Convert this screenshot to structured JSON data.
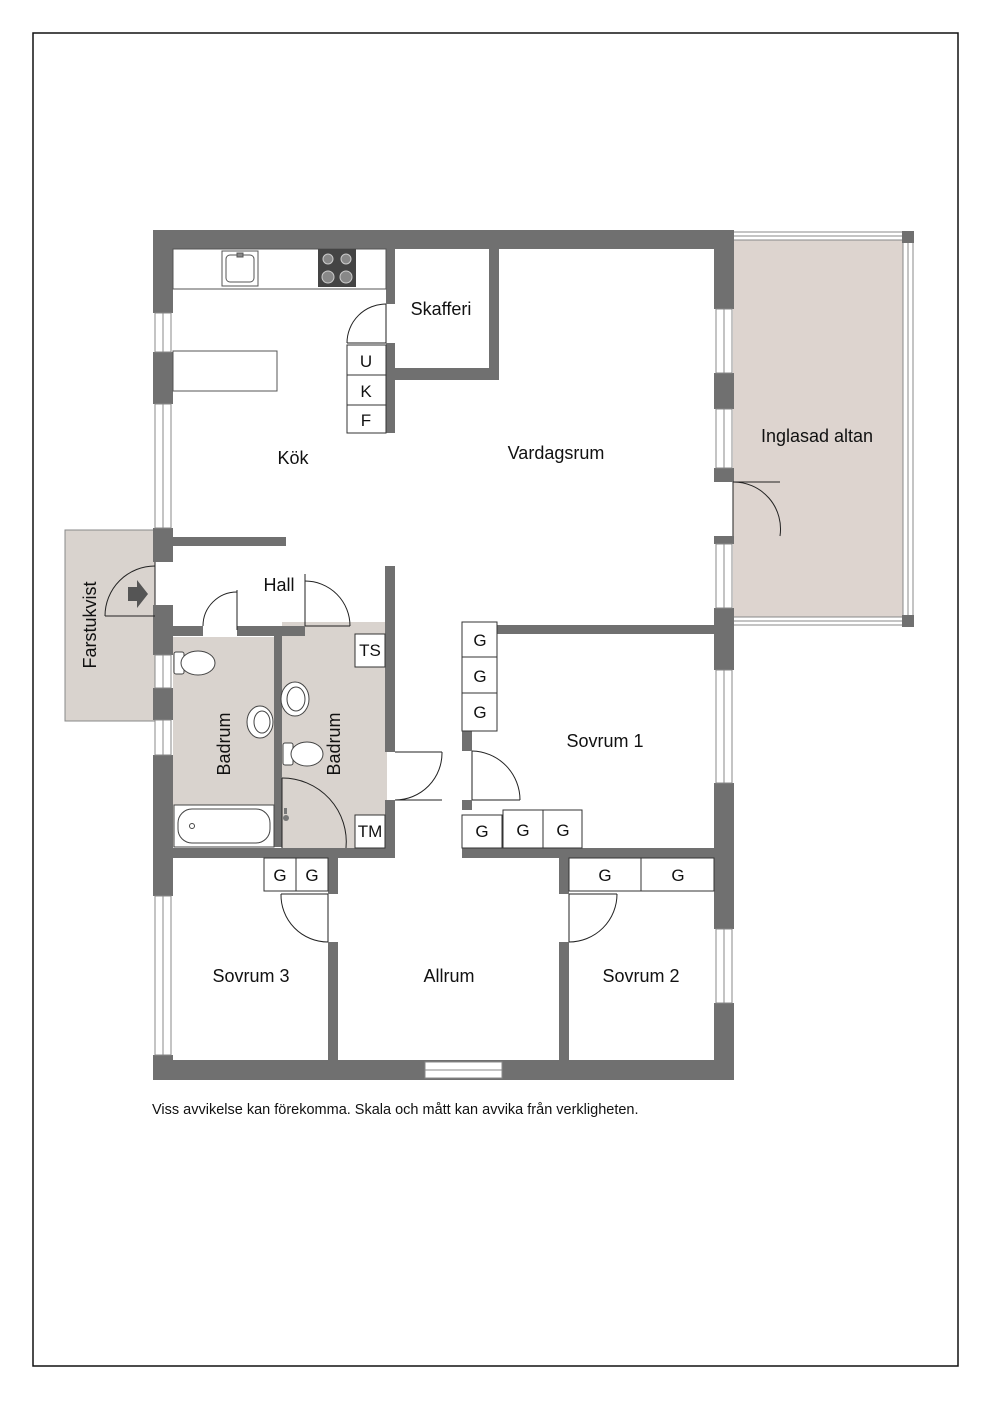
{
  "rooms": {
    "kok": "Kök",
    "skafferi": "Skafferi",
    "vardagsrum": "Vardagsrum",
    "inglasad_altan": "Inglasad altan",
    "farstukvist": "Farstukvist",
    "hall": "Hall",
    "badrum_1": "Badrum",
    "badrum_2": "Badrum",
    "sovrum_1": "Sovrum 1",
    "sovrum_2": "Sovrum 2",
    "sovrum_3": "Sovrum 3",
    "allrum": "Allrum"
  },
  "fixtures": {
    "u": "U",
    "k": "K",
    "f": "F",
    "ts": "TS",
    "tm": "TM",
    "g": "G"
  },
  "note": "Viss avvikelse kan förekomma. Skala och mått kan avvika från verkligheten.",
  "colors": {
    "wall": "#707070",
    "wet_room": "#d9d3ce",
    "altan": "#ddd4cf",
    "porch": "#d9d3ce",
    "line": "#111111"
  }
}
